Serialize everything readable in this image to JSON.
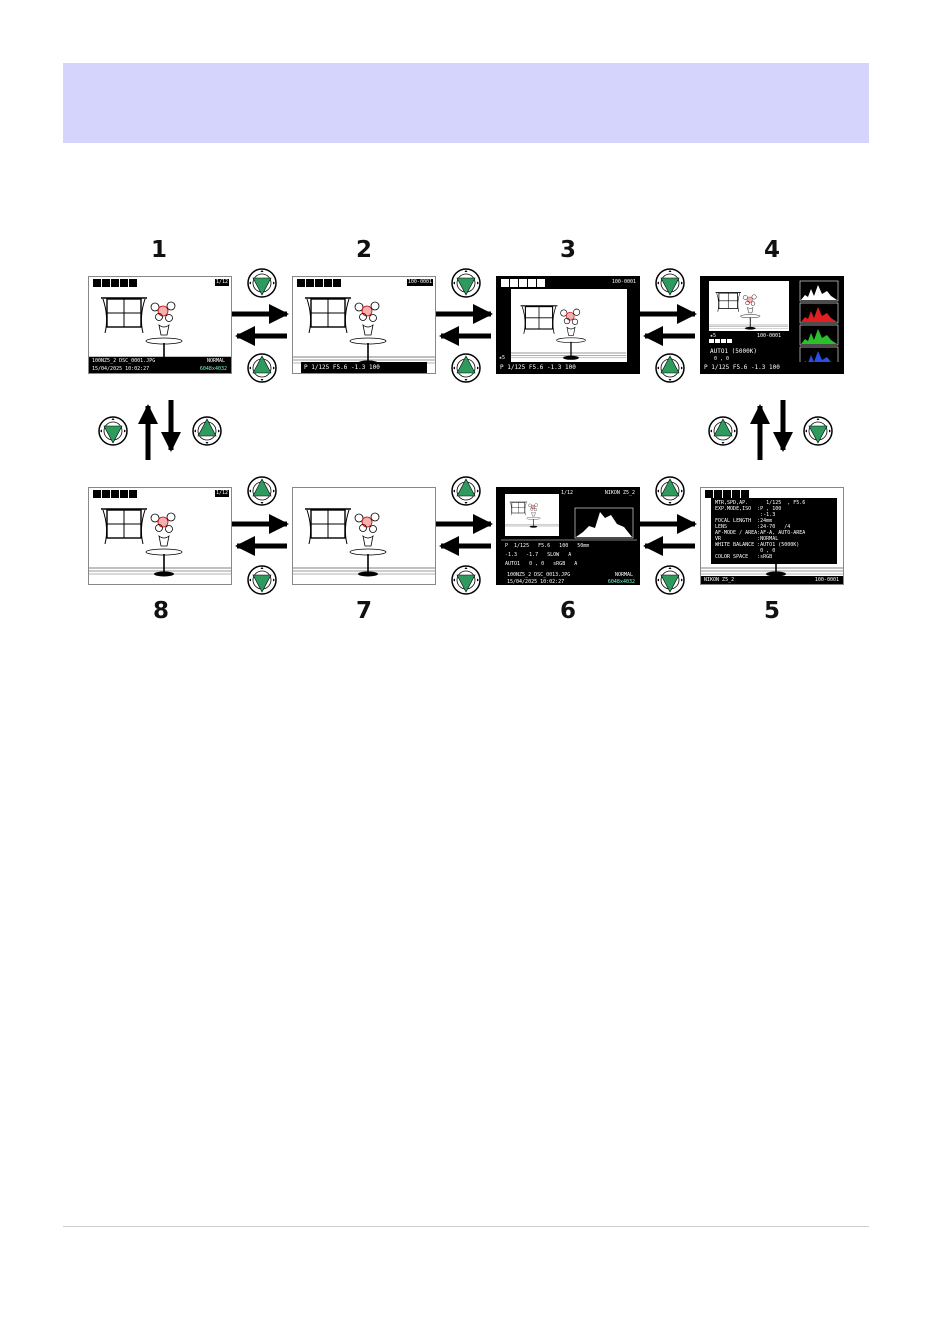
{
  "page": {
    "colors": {
      "banner": "#d4d4fc",
      "arrow_green": "#2e9a5e",
      "rule": "#cfcfcf"
    }
  },
  "diagram": {
    "labels": [
      "1",
      "2",
      "3",
      "4",
      "5",
      "6",
      "7",
      "8"
    ],
    "dial_icon": "multi-selector-icon",
    "screens": {
      "s1": {
        "counter": "1/12",
        "filename": "100NZ5_2 DSC_0001.JPG",
        "datetime": "15/04/2025 10:02:27",
        "quality": "NORMAL",
        "size": "6048x4032"
      },
      "s2": {
        "folder": "100-0001",
        "exposure": "P   1/125   F5.6   -1.3   100"
      },
      "s3": {
        "folder": "100-0001",
        "rating": "★5",
        "exposure": "P  1/125   F5.6   -1.3   100"
      },
      "s4": {
        "rating": "★5",
        "folder": "100-0001",
        "wb": "AUTO1 (5000K)",
        "wb_fine": "0 , 0",
        "exposure": "P   1/125   F5.6   -1.3   100"
      },
      "s5": {
        "lines": [
          "MTR,SPD,AP.      1/125  , F5.6",
          "EXP.MODE,ISO  :P , 100",
          "               :-1.3",
          "FOCAL LENGTH  :24mm",
          "LENS          :24-70   /4",
          "AF-MODE / AREA:AF-A, AUTO-AREA",
          "VR            :NORMAL",
          "WHITE BALANCE :AUTO1 (5000K)",
          "               0 , 0",
          "COLOR SPACE   :sRGB"
        ],
        "camera": "NIKON Z5_2",
        "folder": "100-0001"
      },
      "s6": {
        "counter": "1/12",
        "camera": "NIKON Z5_2",
        "row1": "P  1/125   F5.6   100   50mm",
        "row2": "-1.3   -1.7   SLOW   A",
        "row3": "AUTO1   0 , 0   sRGB   A",
        "filename": "100NZ5_2 DSC_0013.JPG",
        "quality": "NORMAL",
        "datetime": "15/04/2025 10:02:27",
        "size": "6048x4032"
      },
      "s8": {
        "counter": "1/12"
      }
    }
  }
}
